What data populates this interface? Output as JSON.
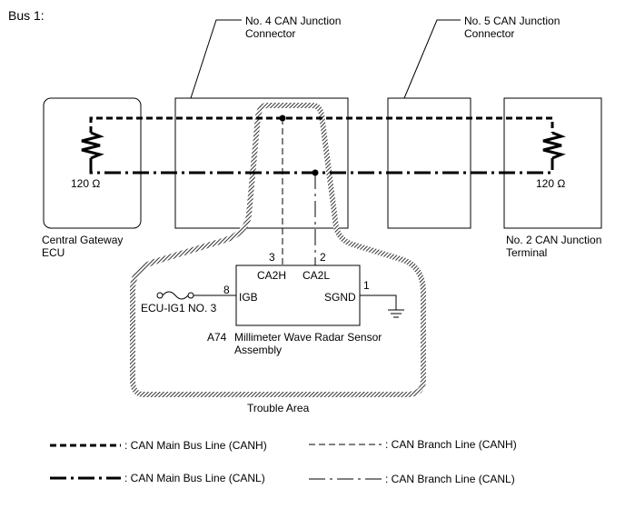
{
  "bus_label": "Bus 1:",
  "junction_4": {
    "line1": "No. 4 CAN Junction",
    "line2": "Connector"
  },
  "junction_5": {
    "line1": "No. 5 CAN Junction",
    "line2": "Connector"
  },
  "gateway": {
    "line1": "Central Gateway",
    "line2": "ECU",
    "resistance": "120 Ω"
  },
  "terminal": {
    "line1": "No. 2 CAN Junction",
    "line2": "Terminal",
    "resistance": "120 Ω"
  },
  "sensor": {
    "code": "A74",
    "name_line1": "Millimeter Wave Radar Sensor",
    "name_line2": "Assembly",
    "pin_ca2h": "CA2H",
    "pin_ca2l": "CA2L",
    "pin_igb": "IGB",
    "pin_sgnd": "SGND",
    "num_ca2h": "3",
    "num_ca2l": "2",
    "num_igb": "8",
    "num_sgnd": "1"
  },
  "fuse_label": "ECU-IG1 NO. 3",
  "trouble_area": "Trouble Area",
  "legend": {
    "canh_main": ": CAN Main Bus Line (CANH)",
    "canl_main": ": CAN Main Bus Line (CANL)",
    "canh_branch": ": CAN Branch Line (CANH)",
    "canl_branch": ": CAN Branch Line (CANL)"
  }
}
